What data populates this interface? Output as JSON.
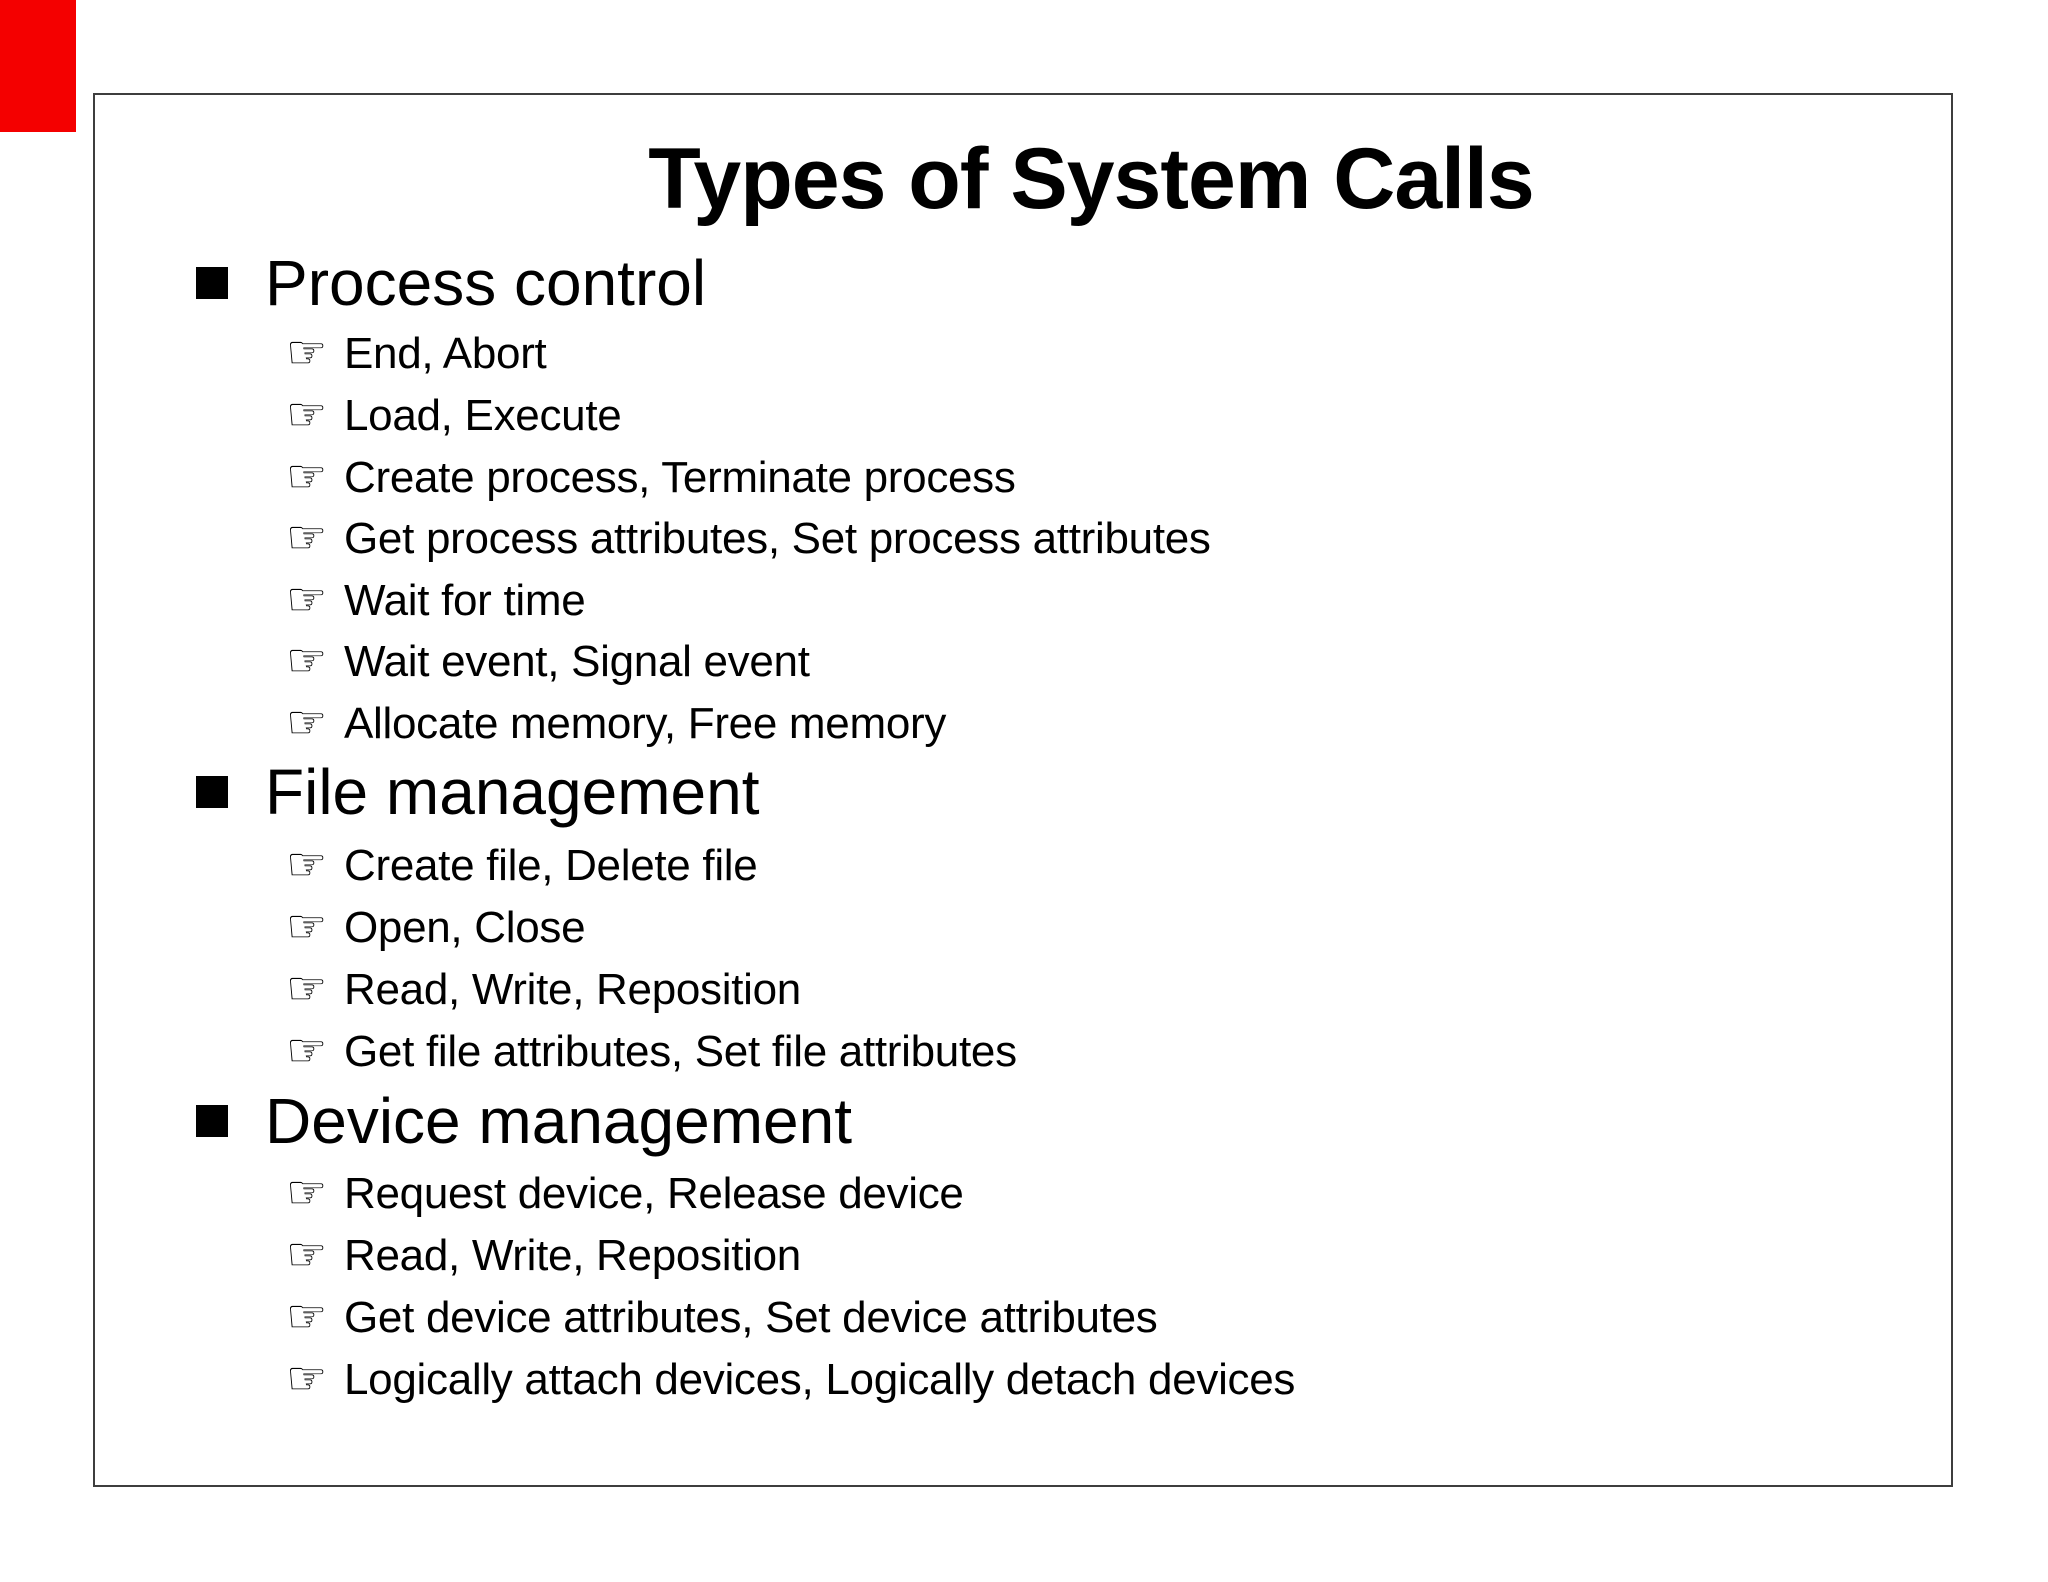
{
  "slide": {
    "title": "Types of System Calls",
    "sections": [
      {
        "heading": "Process control",
        "items": [
          "End, Abort",
          "Load, Execute",
          "Create process, Terminate process",
          "Get process attributes, Set process attributes",
          "Wait for time",
          "Wait event, Signal event",
          "Allocate memory, Free memory"
        ]
      },
      {
        "heading": "File management",
        "items": [
          "Create file, Delete file",
          "Open, Close",
          "Read, Write, Reposition",
          "Get file attributes, Set file attributes"
        ]
      },
      {
        "heading": "Device management",
        "items": [
          "Request device, Release device",
          "Read, Write, Reposition",
          "Get device attributes, Set device attributes",
          "Logically attach devices, Logically detach devices"
        ]
      }
    ],
    "bullets": {
      "section_icon": "black-square",
      "item_icon": "pointing-finger",
      "item_glyph": "☞"
    },
    "colors": {
      "background": "#ffffff",
      "text": "#000000",
      "frame_border": "#3e3e3e",
      "corner_flag": "#f40000"
    }
  }
}
